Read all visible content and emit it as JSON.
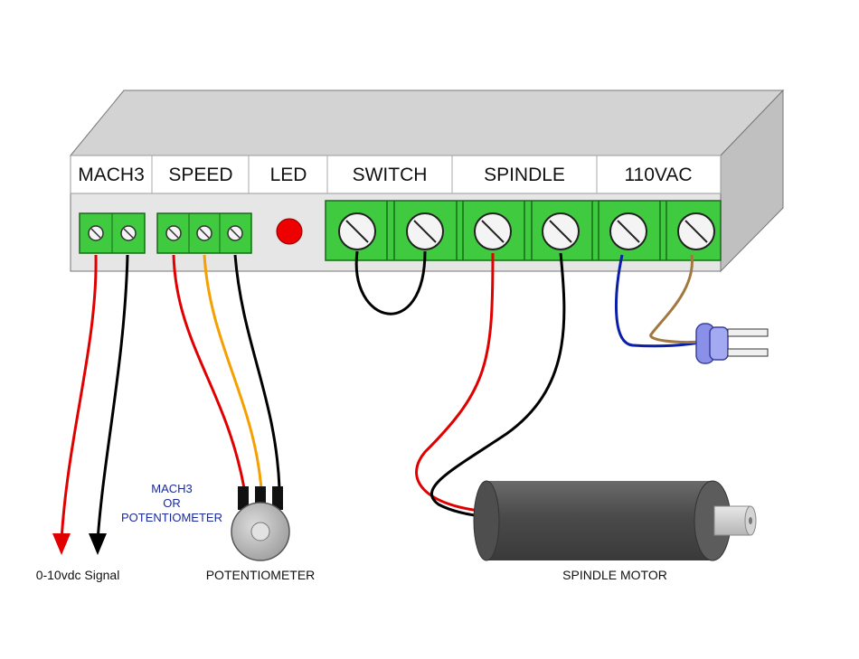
{
  "header_labels": {
    "mach3": "MACH3",
    "speed": "SPEED",
    "led": "LED",
    "switch": "SWITCH",
    "spindle": "SPINDLE",
    "ac": "110VAC"
  },
  "captions": {
    "signal": "0-10vdc Signal",
    "potentiometer": "POTENTIOMETER",
    "spindle_motor": "SPINDLE MOTOR",
    "note_line1": "MACH3",
    "note_line2": "OR",
    "note_line3": "POTENTIOMETER"
  },
  "colors": {
    "box_front": "#e6e6e6",
    "box_top": "#d3d3d3",
    "box_side": "#c0c0c0",
    "terminal_green": "#3fca3f",
    "led_red": "#ee0000",
    "wire_red": "#e00000",
    "wire_black": "#000000",
    "wire_orange": "#f5a000",
    "wire_blue": "#0b1ea8",
    "wire_brown": "#a07840",
    "motor_body": "#5a5a5a",
    "plug_blue": "#8a90e8"
  }
}
